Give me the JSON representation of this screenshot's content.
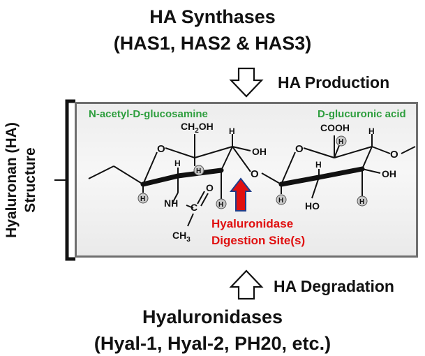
{
  "title_top": {
    "line1": "HA Synthases",
    "line2": "(HAS1, HAS2 & HAS3)"
  },
  "production_label": "HA   Production",
  "side_label": {
    "line1": "Hyaluronan (HA)",
    "line2": "Structure"
  },
  "structure": {
    "left_unit": "N-acetyl-D-glucosamine",
    "right_unit": "D-glucuronic acid",
    "groups": {
      "ch2oh_main": "CH",
      "ch2oh_sub": "2",
      "ch2oh_end": "OH",
      "cooh": "COOH",
      "oh": "OH",
      "ho": "HO",
      "nh": "NH",
      "c": "C",
      "o": "O",
      "ch3_main": "CH",
      "ch3_sub": "3",
      "h": "H",
      "ring_o": "O"
    },
    "site_line1": "Hyaluronidase",
    "site_line2": "Digestion Site(s)"
  },
  "degradation_label": "HA   Degradation",
  "title_bottom": {
    "line1": "Hyaluronidases",
    "line2": "(Hyal-1, Hyal-2, PH20, etc.)"
  },
  "colors": {
    "unit_label": "#2e9e3e",
    "site_label": "#e01010",
    "arrow_red": "#e01010",
    "arrow_blue": "#1f3d8a",
    "text": "#111111"
  }
}
